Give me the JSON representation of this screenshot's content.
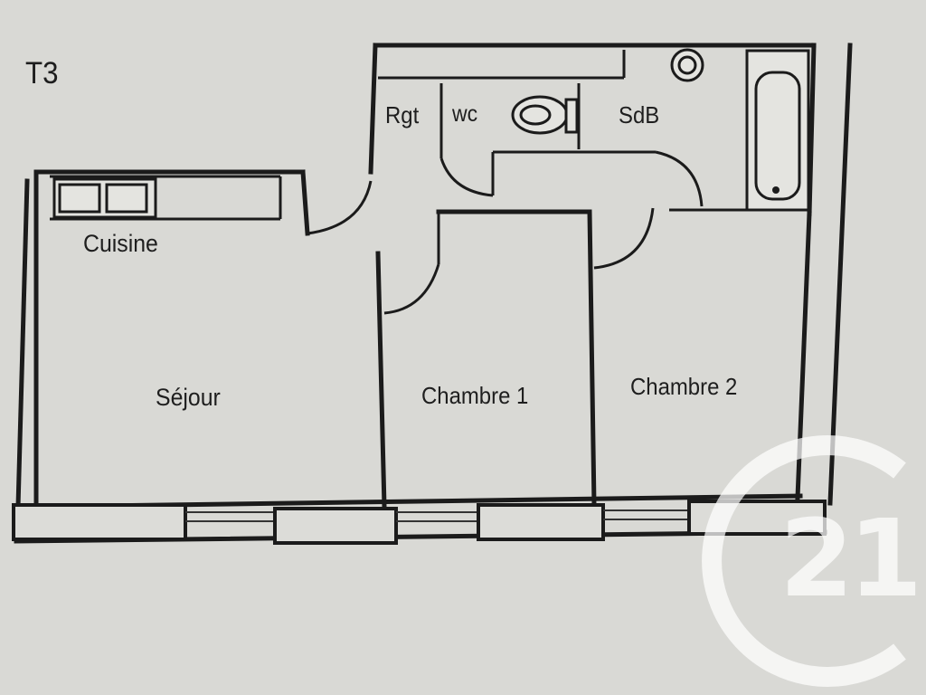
{
  "plan": {
    "type_label": "T3",
    "rooms": {
      "kitchen": "Cuisine",
      "living": "Séjour",
      "bedroom1": "Chambre 1",
      "bedroom2": "Chambre 2",
      "storage": "Rgt",
      "toilet": "wc",
      "bathroom": "SdB"
    }
  },
  "watermark": {
    "brand_number": "21",
    "icon": "century-21-logo-icon"
  }
}
